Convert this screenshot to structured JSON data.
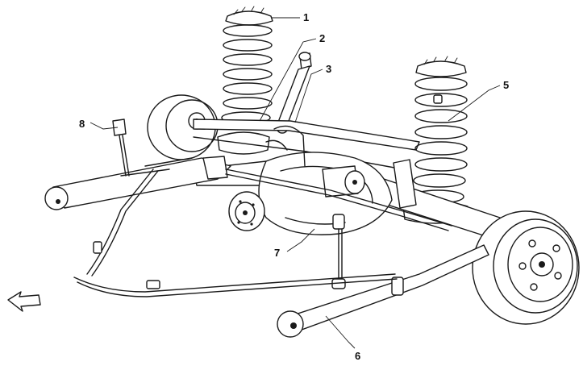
{
  "diagram": {
    "callouts": [
      {
        "id": "c1",
        "label": "1"
      },
      {
        "id": "c2",
        "label": "2"
      },
      {
        "id": "c3",
        "label": "3"
      },
      {
        "id": "c5",
        "label": "5"
      },
      {
        "id": "c6",
        "label": "6"
      },
      {
        "id": "c7",
        "label": "7"
      },
      {
        "id": "c8",
        "label": "8"
      }
    ],
    "direction_arrow_icon": "arrow-left-forward-icon",
    "line_color": "#1a1a1a",
    "background_color": "#ffffff"
  }
}
